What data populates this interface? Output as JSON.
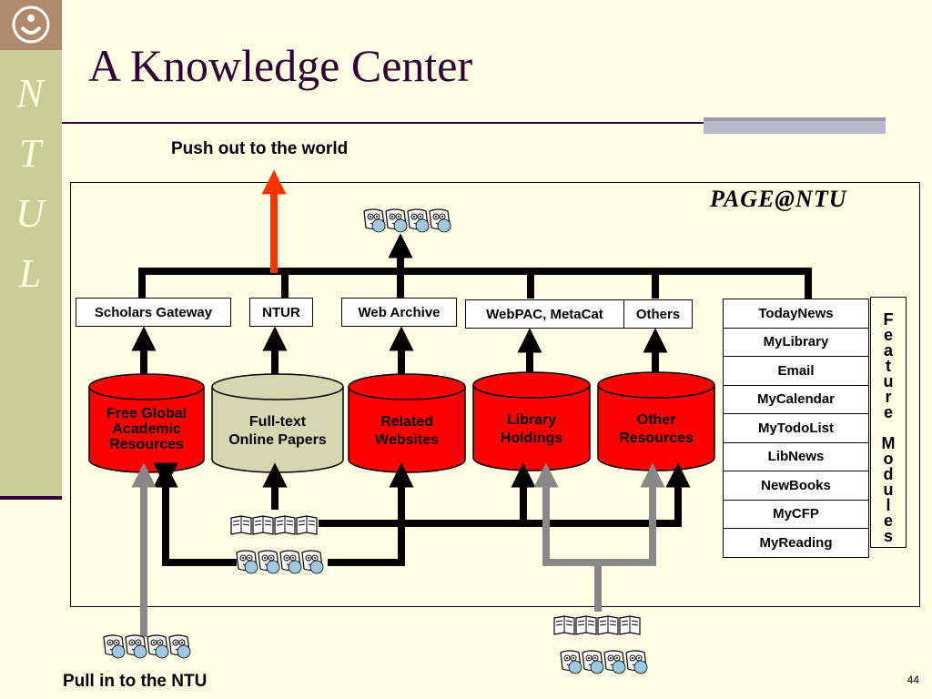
{
  "slide": {
    "title": "A Knowledge Center",
    "sidebar_letters": [
      "N",
      "T",
      "U",
      "L"
    ],
    "page_number": "44"
  },
  "diagram": {
    "push_label": "Push out to the world",
    "pull_label": "Pull in to the NTU",
    "portal_label": "PAGE@NTU",
    "services": {
      "scholars_gateway": "Scholars Gateway",
      "ntur": "NTUR",
      "web_archive": "Web Archive",
      "webpac": "WebPAC, MetaCat",
      "others": "Others"
    },
    "sources": {
      "free_global": [
        "Free Global",
        "Academic",
        "Resources"
      ],
      "fulltext": [
        "Full-text",
        "Online Papers"
      ],
      "related": [
        "Related",
        "Websites"
      ],
      "library": [
        "Library",
        "Holdings"
      ],
      "other": [
        "Other",
        "Resources"
      ]
    },
    "feature_modules": [
      "TodayNews",
      "MyLibrary",
      "Email",
      "MyCalendar",
      "MyTodoList",
      "LibNews",
      "NewBooks",
      "MyCFP",
      "MyReading"
    ],
    "feature_modules_label": [
      "F",
      "e",
      "a",
      "t",
      "u",
      "r",
      "e",
      "",
      "M",
      "o",
      "d",
      "u",
      "l",
      "e",
      "s"
    ],
    "colors": {
      "red_cylinder": "#ff0000",
      "khaki_cylinder": "#d6d6b0",
      "push_arrow": "#ff3300",
      "pull_arrow": "#888888",
      "title": "#330033"
    }
  }
}
